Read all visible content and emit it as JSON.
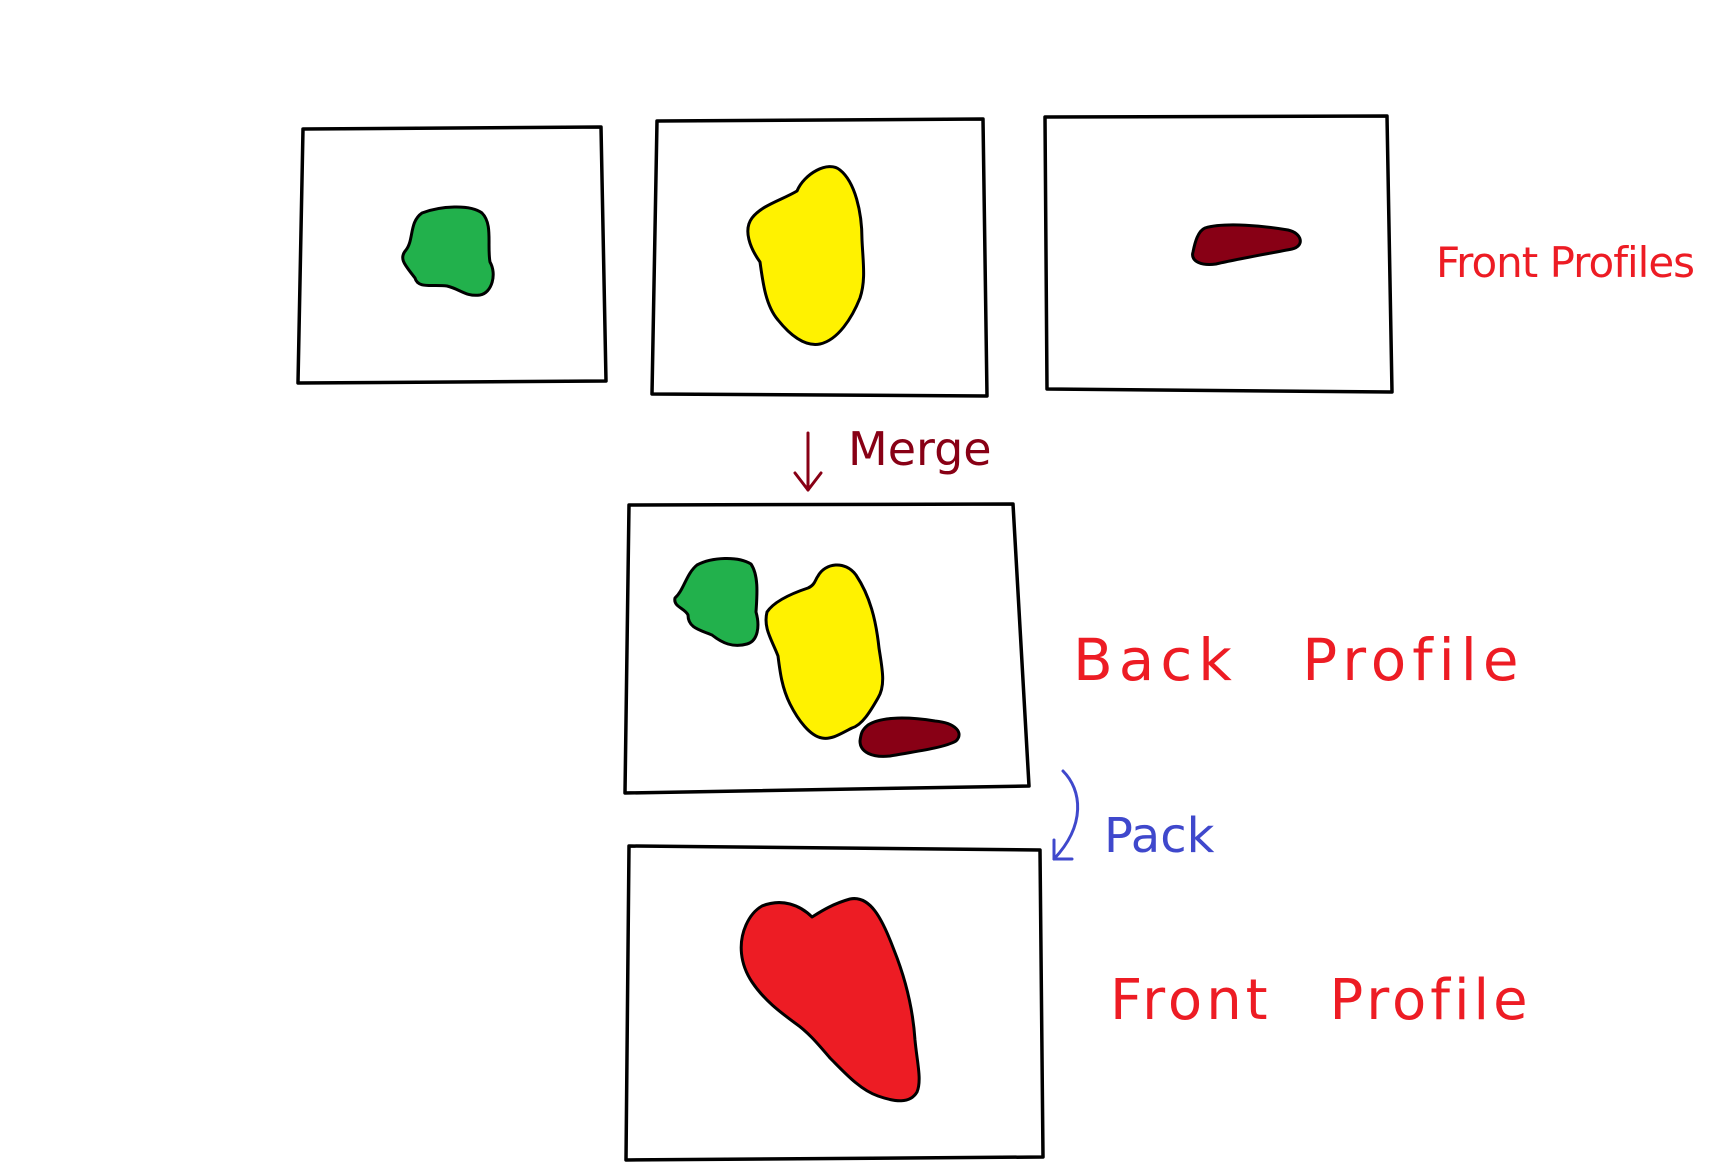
{
  "colors": {
    "frame": "#000000",
    "green_blob": "#22b14c",
    "yellow_blob": "#fff200",
    "darkred_blob": "#880015",
    "red_blob": "#ed1c24",
    "label_red": "#ed1c24",
    "label_darkred": "#880015",
    "label_blue": "#3f48cc"
  },
  "labels": {
    "front_profiles": "Front Profiles",
    "merge": "Merge",
    "back_profile": "Back Profile",
    "pack": "Pack",
    "front_profile": "Front Profile"
  },
  "icons": {
    "merge_arrow": "down-arrow-icon",
    "pack_arrow": "curved-arrow-icon"
  }
}
